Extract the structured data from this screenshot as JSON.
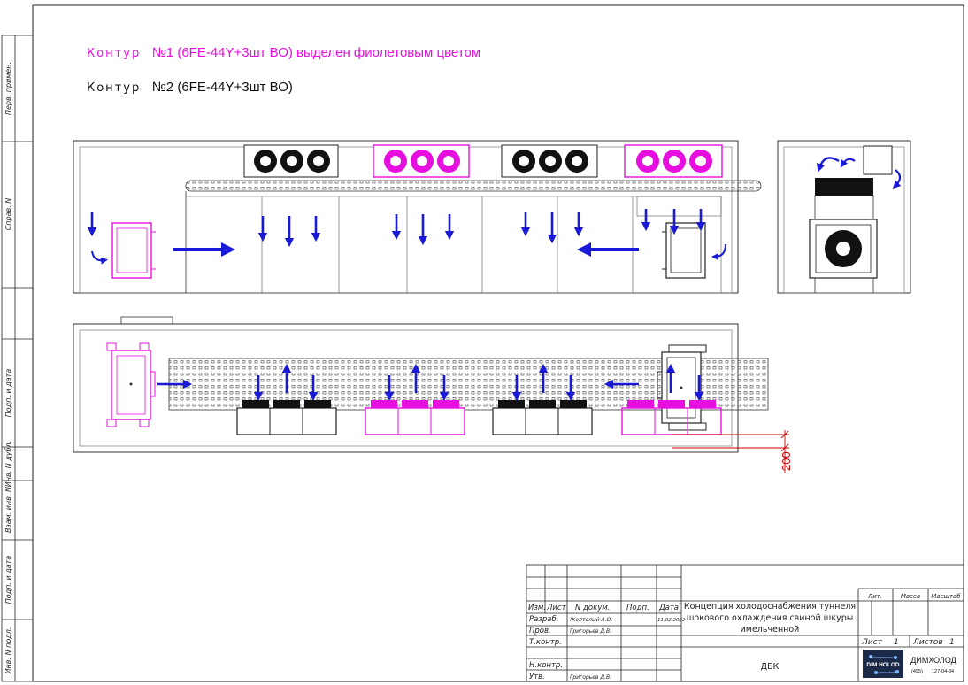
{
  "legend": {
    "circuit1_word": "Контур",
    "circuit1_text": "№1 (6FE-44Y+3шт ВО) выделен фиолетовым цветом",
    "circuit2_word": "Контур",
    "circuit2_text": "№2 (6FE-44Y+3шт ВО)"
  },
  "dimension_value": "200",
  "side_stamp": {
    "perv_primen": "Перв. примен.",
    "sprav_n": "Справ. N",
    "podp_data_1": "Подп. и дата",
    "inv_n_dubl": "Инв. N дубл.",
    "vzam_inv_n": "Взам. инв. N",
    "podp_data_2": "Подп. и дата",
    "inv_n_podl": "Инв. N подл."
  },
  "title_block": {
    "col_izm": "Изм.",
    "col_list": "Лист",
    "col_n_dokum": "N докум.",
    "col_podp": "Подп.",
    "col_data": "Дата",
    "row_razrab": "Разраб.",
    "razrab_name": "Желтолый А.О.",
    "razrab_date": "11.02.2022",
    "row_prov": "Пров.",
    "prov_name": "Григорьев Д.В.",
    "row_tkontr": "Т.контр.",
    "row_nkontr": "Н.контр.",
    "row_utv": "Утв.",
    "utv_name": "Григорьев Д.В.",
    "title_line1": "Концепция холодоснабжения туннеля",
    "title_line2": "шокового охлаждения свиной шкуры",
    "title_line3": "имельченной",
    "object": "ДБК",
    "lit": "Лит.",
    "massa": "Масса",
    "masshtab": "Масштаб",
    "list_label": "Лист",
    "list_value": "1",
    "listov_label": "Листов",
    "listov_value": "1",
    "company": "ДИМХОЛОД",
    "phone_code": "(495)",
    "phone": "127-04-34",
    "logo_text": "DIM HOLOD"
  },
  "colors": {
    "circuit1": "#e60fe0",
    "arrows": "#1a1ad6",
    "lines": "#333333",
    "dimension": "#cc0000"
  }
}
